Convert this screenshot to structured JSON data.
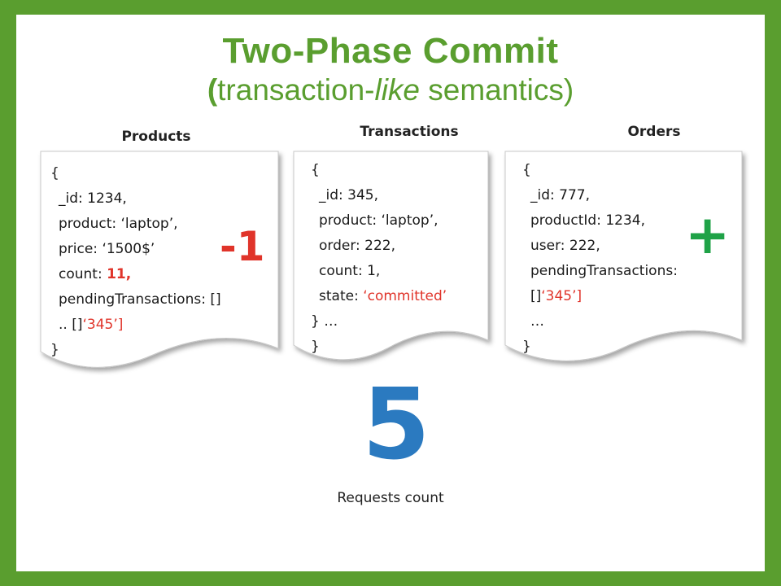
{
  "title": {
    "line1": "Two-Phase Commit",
    "line2_open": "(",
    "line2_a": "transaction-",
    "line2_italic": "like",
    "line2_b": " semantics)"
  },
  "columns": {
    "products": "Products",
    "transactions": "Transactions",
    "orders": "Orders"
  },
  "products_doc": {
    "open": "{",
    "id": "_id: 1234,",
    "product": "product: ‘laptop’,",
    "price": "price: ‘1500$’",
    "count_label": "count: ",
    "count_value": "11,",
    "pending": "pendingTransactions: []",
    "pending_overlay_a": ".. []",
    "pending_overlay_b": "‘345’]",
    "close": "}"
  },
  "transactions_doc": {
    "open": "{",
    "id": "_id: 345,",
    "product": "product: ‘laptop’,",
    "order": "order: 222,",
    "count": "count: 1,",
    "state_label": "state: ",
    "state_value": "‘committed’",
    "ellipsis": "} …",
    "close": "}"
  },
  "orders_doc": {
    "open": "{",
    "id": "_id: 777,",
    "product_id": "productId: 1234,",
    "user": "user: 222,",
    "pending": "pendingTransactions:",
    "pending_list_a": "[]",
    "pending_list_b": "‘345’]",
    "ellipsis": "…",
    "close": "}"
  },
  "indicators": {
    "minus": "-1",
    "plus": "+"
  },
  "requests": {
    "count": "5",
    "label": "Requests count"
  },
  "colors": {
    "frame": "#5a9e2f",
    "accent_red": "#e0342a",
    "accent_green": "#1fa247",
    "counter_blue": "#2b7ac0"
  }
}
